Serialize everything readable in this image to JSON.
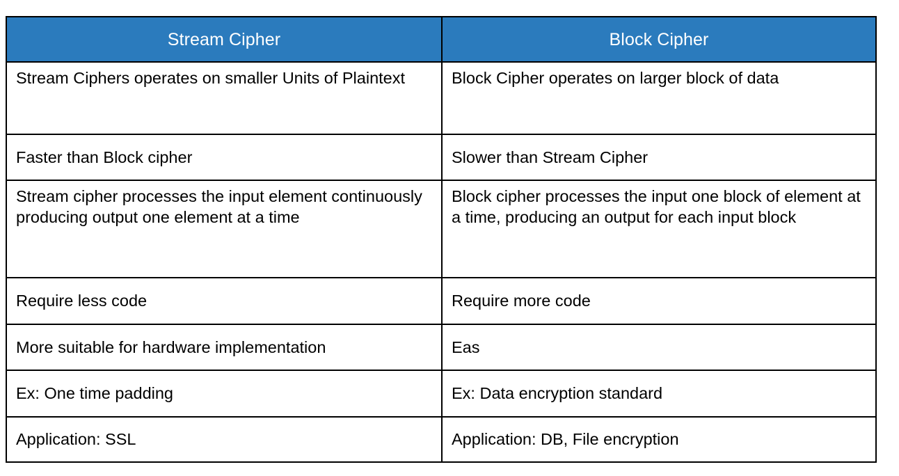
{
  "document": {
    "kind": "comparison-table",
    "background_color": "#FFFFFF",
    "header_background_color": "#2B7BBD",
    "header_text_color": "#FFFFFF",
    "body_text_color": "#000000",
    "border_color": "#000000"
  },
  "table": {
    "columns": [
      {
        "key": "stream",
        "header": "Stream Cipher"
      },
      {
        "key": "block",
        "header": "Block Cipher"
      }
    ],
    "rows": [
      {
        "stream": "Stream Ciphers operates on smaller Units of Plaintext",
        "block": "Block Cipher operates on larger block of data"
      },
      {
        "stream": "Faster than Block cipher",
        "block": "Slower than Stream Cipher"
      },
      {
        "stream": "Stream cipher processes the input element continuously producing output one element at a time",
        "block": "Block cipher processes the input one block of element at a time, producing an output for each input block"
      },
      {
        "stream": "Require less code",
        "block": "Require more code"
      },
      {
        "stream": "More suitable for hardware implementation",
        "block": "Eas"
      },
      {
        "stream": "Ex: One time padding",
        "block": "Ex: Data encryption standard"
      },
      {
        "stream": "Application: SSL",
        "block": "Application: DB, File encryption"
      }
    ]
  }
}
